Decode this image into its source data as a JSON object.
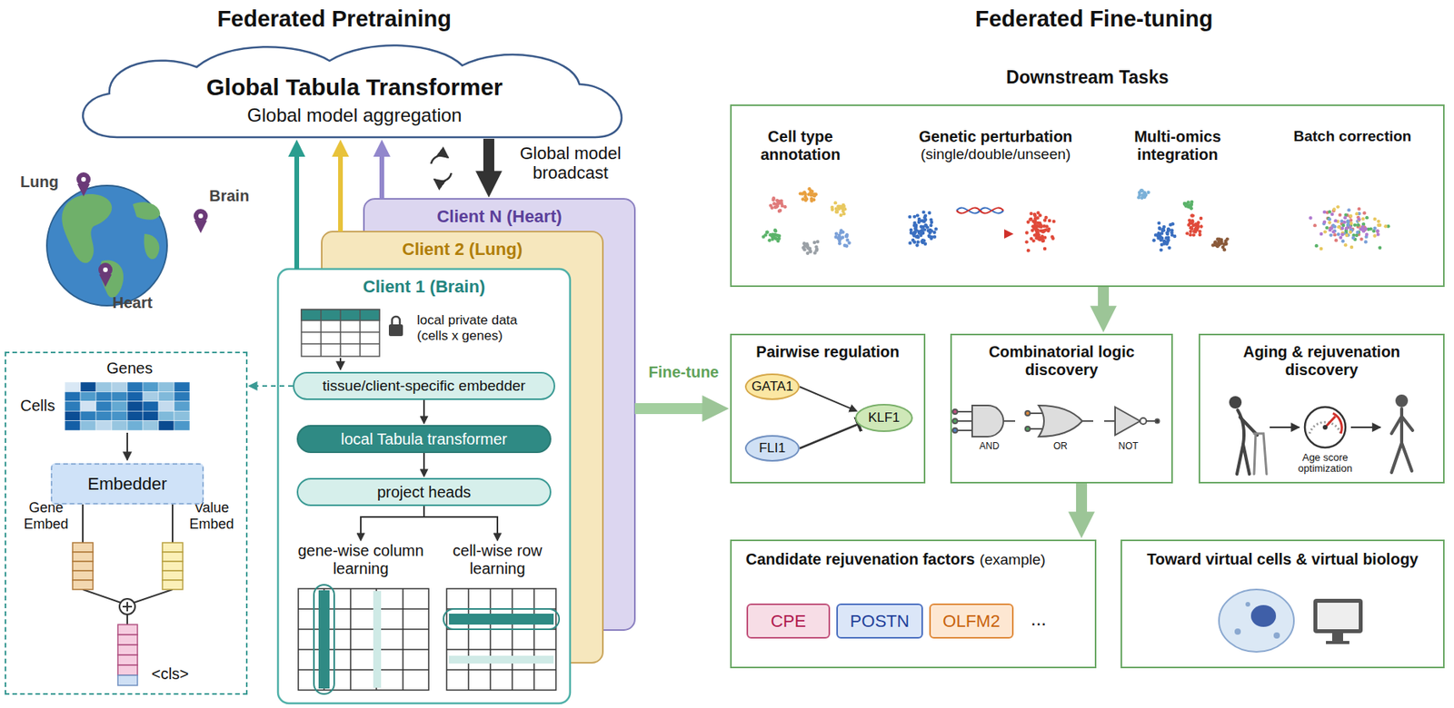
{
  "diagram": {
    "nodes": [
      {
        "text": [
          "Global Tabula Transformer",
          "Global model aggregation"
        ]
      },
      {
        "text": [
          "Client N (Heart)"
        ]
      },
      {
        "text": [
          "Client 2 (Lung)"
        ]
      },
      {
        "text": [
          "Client 1 (Brain)",
          "local private data (cells x genes)"
        ]
      },
      {
        "text": [
          "tissue/client-specific embedder"
        ],
        "in": 3
      },
      {
        "text": [
          "local Tabula transformer"
        ],
        "in": 3
      },
      {
        "text": [
          "project heads"
        ],
        "in": 3
      },
      {
        "text": [
          "gene-wise column learning"
        ],
        "in": 3
      },
      {
        "text": [
          "cell-wise row learning"
        ],
        "in": 3
      },
      {
        "text": [
          "Genes",
          "Cells",
          "Gene Embed",
          "Value Embed",
          "<cls>"
        ]
      },
      {
        "text": [
          "Embedder"
        ],
        "in": 9
      },
      {
        "text": [
          "Downstream Tasks"
        ]
      },
      {
        "text": [
          "Cell type annotation"
        ],
        "in": 11
      },
      {
        "text": [
          "Genetic perturbation",
          "(single/double/unseen)"
        ],
        "in": 11
      },
      {
        "text": [
          "Multi-omics integration"
        ],
        "in": 11
      },
      {
        "text": [
          "Batch correction"
        ],
        "in": 11
      },
      {
        "text": [
          "Pairwise regulation"
        ]
      },
      {
        "text": [
          "GATA1"
        ],
        "in": 16
      },
      {
        "text": [
          "FLI1"
        ],
        "in": 16
      },
      {
        "text": [
          "KLF1"
        ],
        "in": 16
      },
      {
        "text": [
          "Combinatorial logic discovery",
          "AND",
          "OR",
          "NOT"
        ]
      },
      {
        "text": [
          "Aging & rejuvenation discovery",
          "Age score optimization"
        ]
      },
      {
        "text": [
          "Candidate rejuvenation factors",
          "(example)",
          "..."
        ]
      },
      {
        "text": [
          "CPE"
        ],
        "in": 22
      },
      {
        "text": [
          "POSTN"
        ],
        "in": 22
      },
      {
        "text": [
          "OLFM2"
        ],
        "in": 22
      },
      {
        "text": [
          "Toward virtual cells & virtual biology"
        ]
      }
    ],
    "edges": [
      {
        "from": 3,
        "to": 0,
        "arrow": "to"
      },
      {
        "from": 2,
        "to": 0,
        "arrow": "to"
      },
      {
        "from": 1,
        "to": 0,
        "arrow": "to"
      },
      {
        "from": 0,
        "to": 1,
        "label": "Global model broadcast",
        "arrow": "to"
      },
      {
        "from": 4,
        "to": 9,
        "arrow": "to"
      },
      {
        "from": 4,
        "to": 5,
        "arrow": "to"
      },
      {
        "from": 5,
        "to": 6,
        "arrow": "to"
      },
      {
        "from": 6,
        "to": 7,
        "arrow": "to"
      },
      {
        "from": 6,
        "to": 8,
        "arrow": "to"
      },
      {
        "from": 1,
        "to": 16,
        "label": "Fine-tune",
        "arrow": "to"
      },
      {
        "from": 11,
        "to": 20,
        "arrow": "to"
      },
      {
        "from": 20,
        "to": 22,
        "arrow": "to"
      },
      {
        "from": 17,
        "to": 19,
        "arrow": "to"
      },
      {
        "from": 18,
        "to": 19,
        "arrow": "to"
      }
    ],
    "labels": [
      "Federated Pretraining",
      "Federated Fine-tuning",
      "Lung",
      "Brain",
      "Heart"
    ]
  }
}
